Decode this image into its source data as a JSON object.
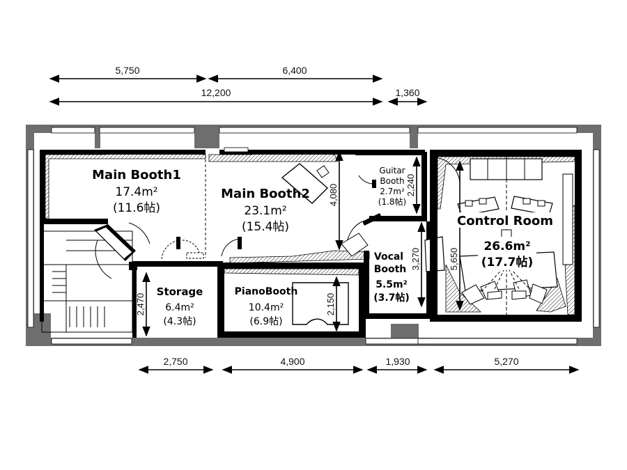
{
  "dimensions": {
    "top_row": [
      "5,750",
      "6,400"
    ],
    "total": "12,200",
    "extra": "1,360",
    "bottom_row": [
      "2,750",
      "4,900",
      "1,930",
      "5,270"
    ],
    "vertical": {
      "main_booth2": "4,080",
      "guitar": "2,240",
      "vocal": "3,270",
      "control": "5,650",
      "storage": "2,470",
      "piano": "2,150"
    }
  },
  "rooms": {
    "main_booth1": {
      "name": "Main Booth1",
      "area": "17.4m²",
      "tatami": "(11.6帖)"
    },
    "main_booth2": {
      "name": "Main Booth2",
      "area": "23.1m²",
      "tatami": "(15.4帖)"
    },
    "guitar_booth": {
      "name_line1": "Guitar",
      "name_line2": "Booth",
      "area": "2.7m²",
      "tatami": "(1.8帖)"
    },
    "control_room": {
      "name": "Control Room",
      "area": "26.6m²",
      "tatami": "(17.7帖)"
    },
    "vocal_booth": {
      "name_line1": "Vocal",
      "name_line2": "Booth",
      "area": "5.5m²",
      "tatami": "(3.7帖)"
    },
    "storage": {
      "name": "Storage",
      "area": "6.4m²",
      "tatami": "(4.3帖)"
    },
    "piano_booth": {
      "name": "PianoBooth",
      "area": "10.4m²",
      "tatami": "(6.9帖)"
    }
  }
}
